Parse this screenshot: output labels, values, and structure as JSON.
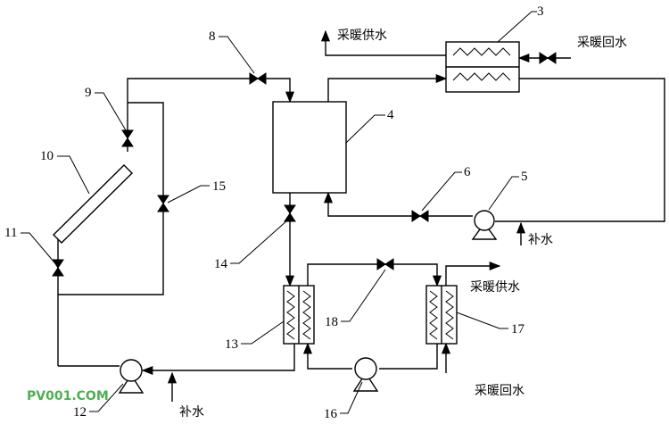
{
  "labels": {
    "heat_supply_top": "采暖供水",
    "heat_return_top": "采暖回水",
    "heat_supply_right": "采暖供水",
    "heat_return_right": "采暖回水",
    "makeup_water_right": "补水",
    "makeup_water_bottom": "补水"
  },
  "numbers": {
    "n3": "3",
    "n4": "4",
    "n5": "5",
    "n6": "6",
    "n8": "8",
    "n9": "9",
    "n10": "10",
    "n11": "11",
    "n12": "12",
    "n13": "13",
    "n14": "14",
    "n15": "15",
    "n16": "16",
    "n17": "17",
    "n18": "18"
  },
  "watermark": {
    "text": "PV001.COM",
    "color": "#4caf50"
  },
  "colors": {
    "line": "#000000",
    "background": "#ffffff"
  }
}
